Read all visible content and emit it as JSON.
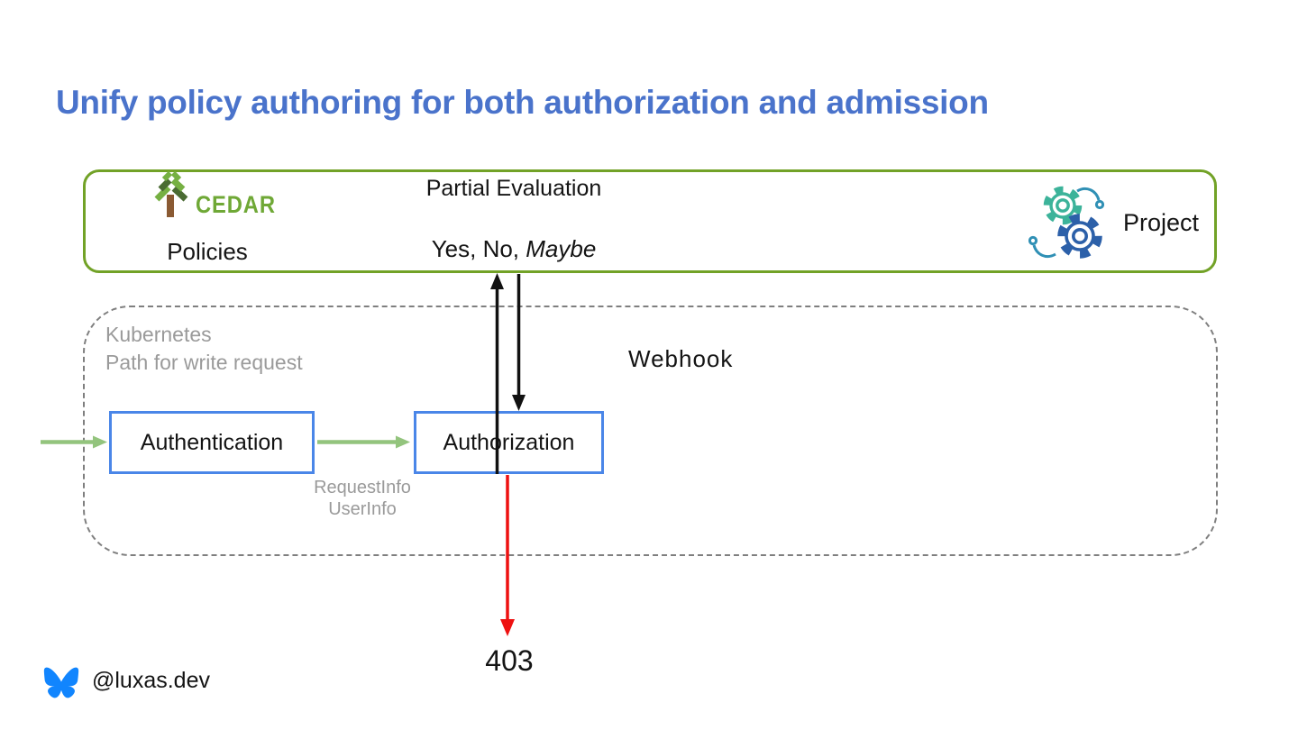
{
  "slide": {
    "title": "Unify policy authoring for both authorization and admission",
    "cedar_panel": {
      "cedar_logo_text": "CEDAR",
      "policies_label": "Policies",
      "partial_evaluation_label": "Partial Evaluation",
      "yes_no_prefix": "Yes, No, ",
      "maybe_italic": "Maybe",
      "project_label": "Project"
    },
    "kubernetes_panel": {
      "heading_line1": "Kubernetes",
      "heading_line2": "Path for write request",
      "webhook_label": "Webhook",
      "authentication_box_label": "Authentication",
      "authorization_box_label": "Authorization",
      "arrow_annotation_line1": "RequestInfo",
      "arrow_annotation_line2": "UserInfo"
    },
    "response_code_label": "403",
    "footer": {
      "bluesky_handle": "@luxas.dev"
    }
  },
  "colors": {
    "title_blue": "#4a73cb",
    "cedar_panel_border_green": "#72a227",
    "cedar_logo_light_green": "#76b043",
    "cedar_logo_dark_green": "#4a6b33",
    "cedar_logo_trunk_brown": "#8a5a33",
    "node_box_border_blue": "#4a86e8",
    "flow_arrow_green": "#93c47d",
    "deny_arrow_red": "#ee1111",
    "black_arrow": "#111111",
    "dashed_panel_gray": "#7f7f7f",
    "muted_text_gray": "#9a9a9a",
    "gear_teal": "#3cb39a",
    "gear_blue": "#2c60a9",
    "bluesky_blue": "#1185fe"
  }
}
